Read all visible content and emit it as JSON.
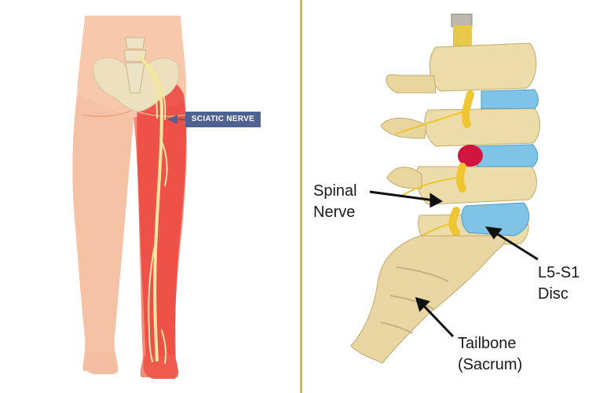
{
  "left_figure": {
    "label": "SCIATIC NERVE",
    "colors": {
      "skin": "#f6c2a6",
      "inflamed": "#ec4a42",
      "nerve": "#f5e7a1",
      "bone": "#ece0bf",
      "label_bg": "#4f6292"
    }
  },
  "right_figure": {
    "labels": {
      "spinal_nerve": [
        "Spinal",
        "Nerve"
      ],
      "disc": [
        "L5-S1",
        "Disc"
      ],
      "tailbone": [
        "Tailbone",
        "(Sacrum)"
      ]
    },
    "colors": {
      "bone": "#ecdcaa",
      "disc": "#7fc3e6",
      "herniation": "#d0163f",
      "nerve": "#efc532",
      "panel_border": "#c9b27a"
    }
  }
}
